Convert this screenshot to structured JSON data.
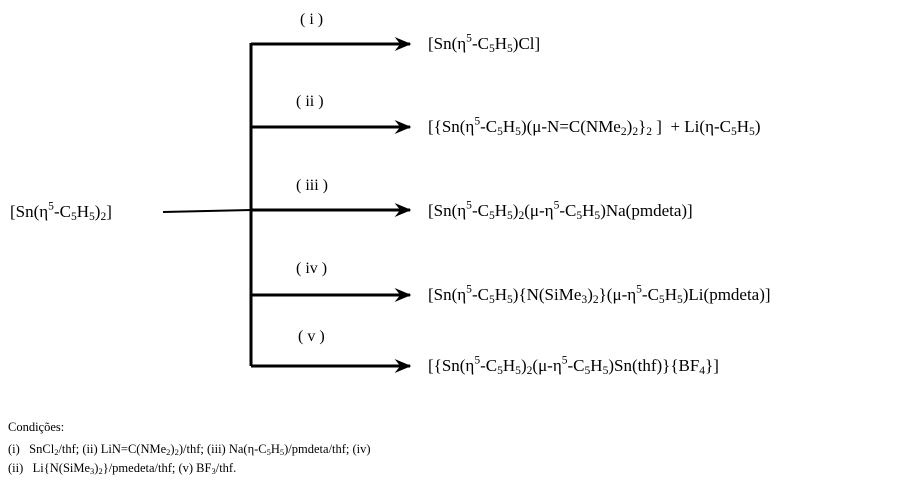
{
  "starting_compound": {
    "html": "[Sn(η<sup>5</sup>-C<sub>5</sub>H<sub>5</sub>)<sub>2</sub>]"
  },
  "routes": [
    {
      "label": "( i )",
      "product_html": "[Sn(η<sup>5</sup>-C<sub>5</sub>H<sub>5</sub>)Cl]"
    },
    {
      "label": "( ii )",
      "product_html": "[{Sn(η<sup>5</sup>-C<sub>5</sub>H<sub>5</sub>)(μ-N=C(NMe<sub>2</sub>)<sub>2</sub>}<sub>2</sub> ]&nbsp;&nbsp;+ Li(η-C<sub>5</sub>H<sub>5</sub>)"
    },
    {
      "label": "( iii )",
      "product_html": "[Sn(η<sup>5</sup>-C<sub>5</sub>H<sub>5</sub>)<sub>2</sub>(μ-η<sup>5</sup>-C<sub>5</sub>H<sub>5</sub>)Na(pmdeta)]"
    },
    {
      "label": "( iv )",
      "product_html": "[Sn(η<sup>5</sup>-C<sub>5</sub>H<sub>5</sub>){N(SiMe<sub>3</sub>)<sub>2</sub>}(μ-η<sup>5</sup>-C<sub>5</sub>H<sub>5</sub>)Li(pmdeta)]"
    },
    {
      "label": "( v )",
      "product_html": "[{Sn(η<sup>5</sup>-C<sub>5</sub>H<sub>5</sub>)<sub>2</sub>(μ-η<sup>5</sup>-C<sub>5</sub>H<sub>5</sub>)Sn(thf)}{BF<sub>4</sub>}]"
    }
  ],
  "conditions": {
    "title": "Condições:",
    "lines_html": [
      "(i)&nbsp;&nbsp; SnCl<sub>2</sub>/thf; (ii) LiN=C(NMe<sub>2</sub>)<sub>2</sub>)/thf; (iii) Na(η-C<sub>5</sub>H<sub>5</sub>)/pmdeta/thf; (iv)",
      "(ii)&nbsp;&nbsp; Li{N(SiMe<sub>3</sub>)<sub>2</sub>}/pmedeta/thf; (v) BF<sub>3</sub>/thf."
    ]
  }
}
